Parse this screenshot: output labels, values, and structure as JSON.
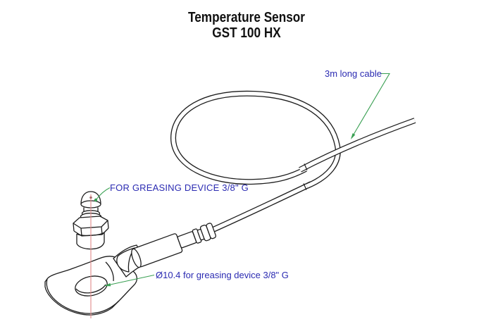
{
  "title": {
    "line1": "Temperature Sensor",
    "line2": "GST 100 HX"
  },
  "annotations": {
    "cable_label": "3m long cable",
    "greasing_label": "FOR GREASING DEVICE 3/8\" G",
    "diameter_label": "Ø10.4 for greasing device 3/8\" G"
  },
  "colors": {
    "annotation_text": "#2b2bb2",
    "leader": "#3aa053",
    "centerline": "#e08a8a",
    "outline": "#1c1c1c",
    "background": "#ffffff"
  }
}
